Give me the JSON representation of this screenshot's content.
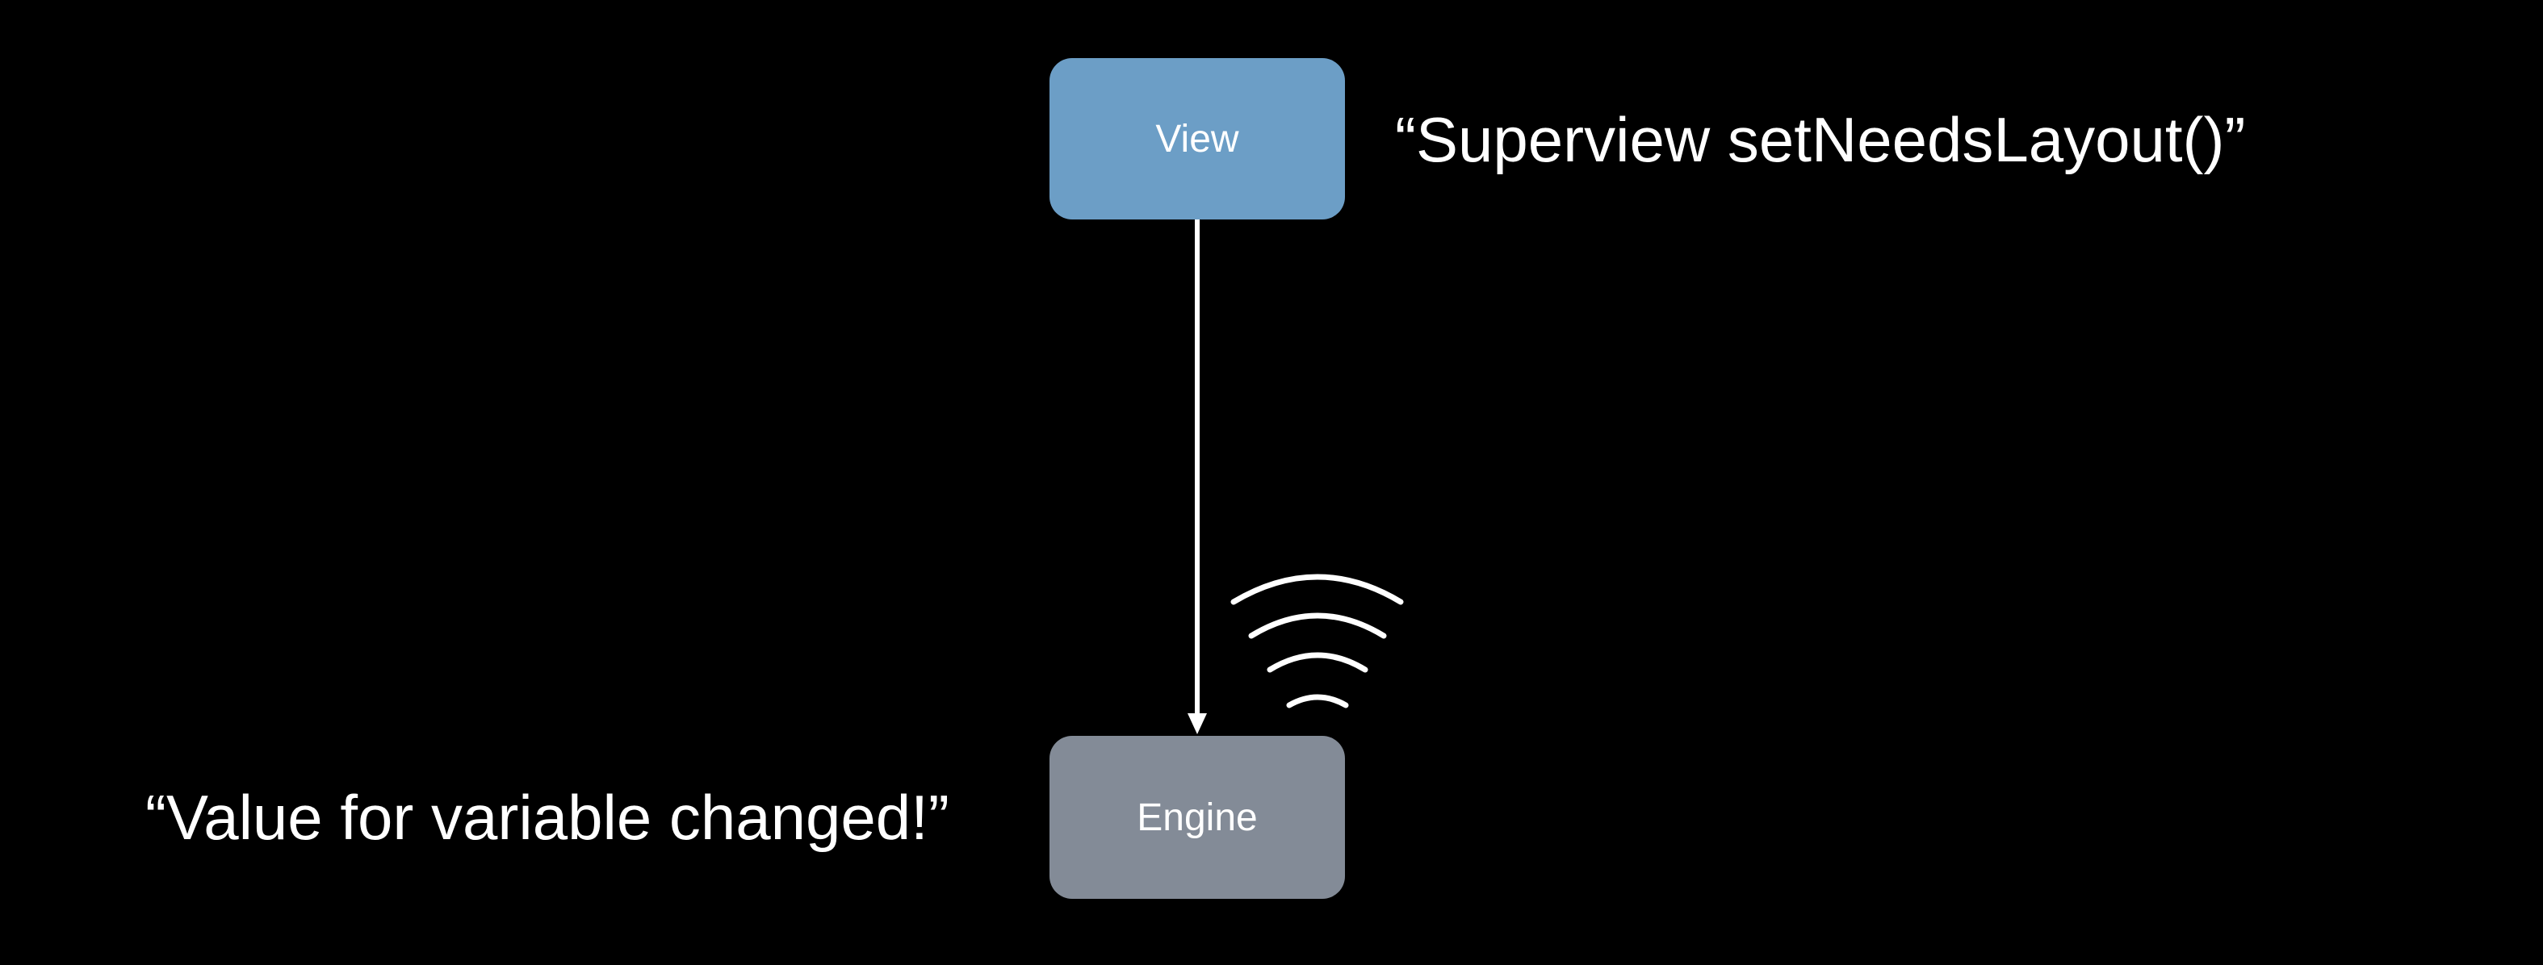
{
  "diagram": {
    "nodes": {
      "view": {
        "label": "View",
        "color": "#6c9ec6"
      },
      "engine": {
        "label": "Engine",
        "color": "#838b97"
      }
    },
    "captions": {
      "view": "“Superview setNeedsLayout()”",
      "engine": "“Value for variable changed!”"
    },
    "edges": [
      {
        "from": "view",
        "to": "engine",
        "style": "arrow"
      }
    ],
    "icons": {
      "signal": "broadcast-waves-icon"
    },
    "colors": {
      "background": "#000000",
      "foreground": "#ffffff"
    }
  }
}
